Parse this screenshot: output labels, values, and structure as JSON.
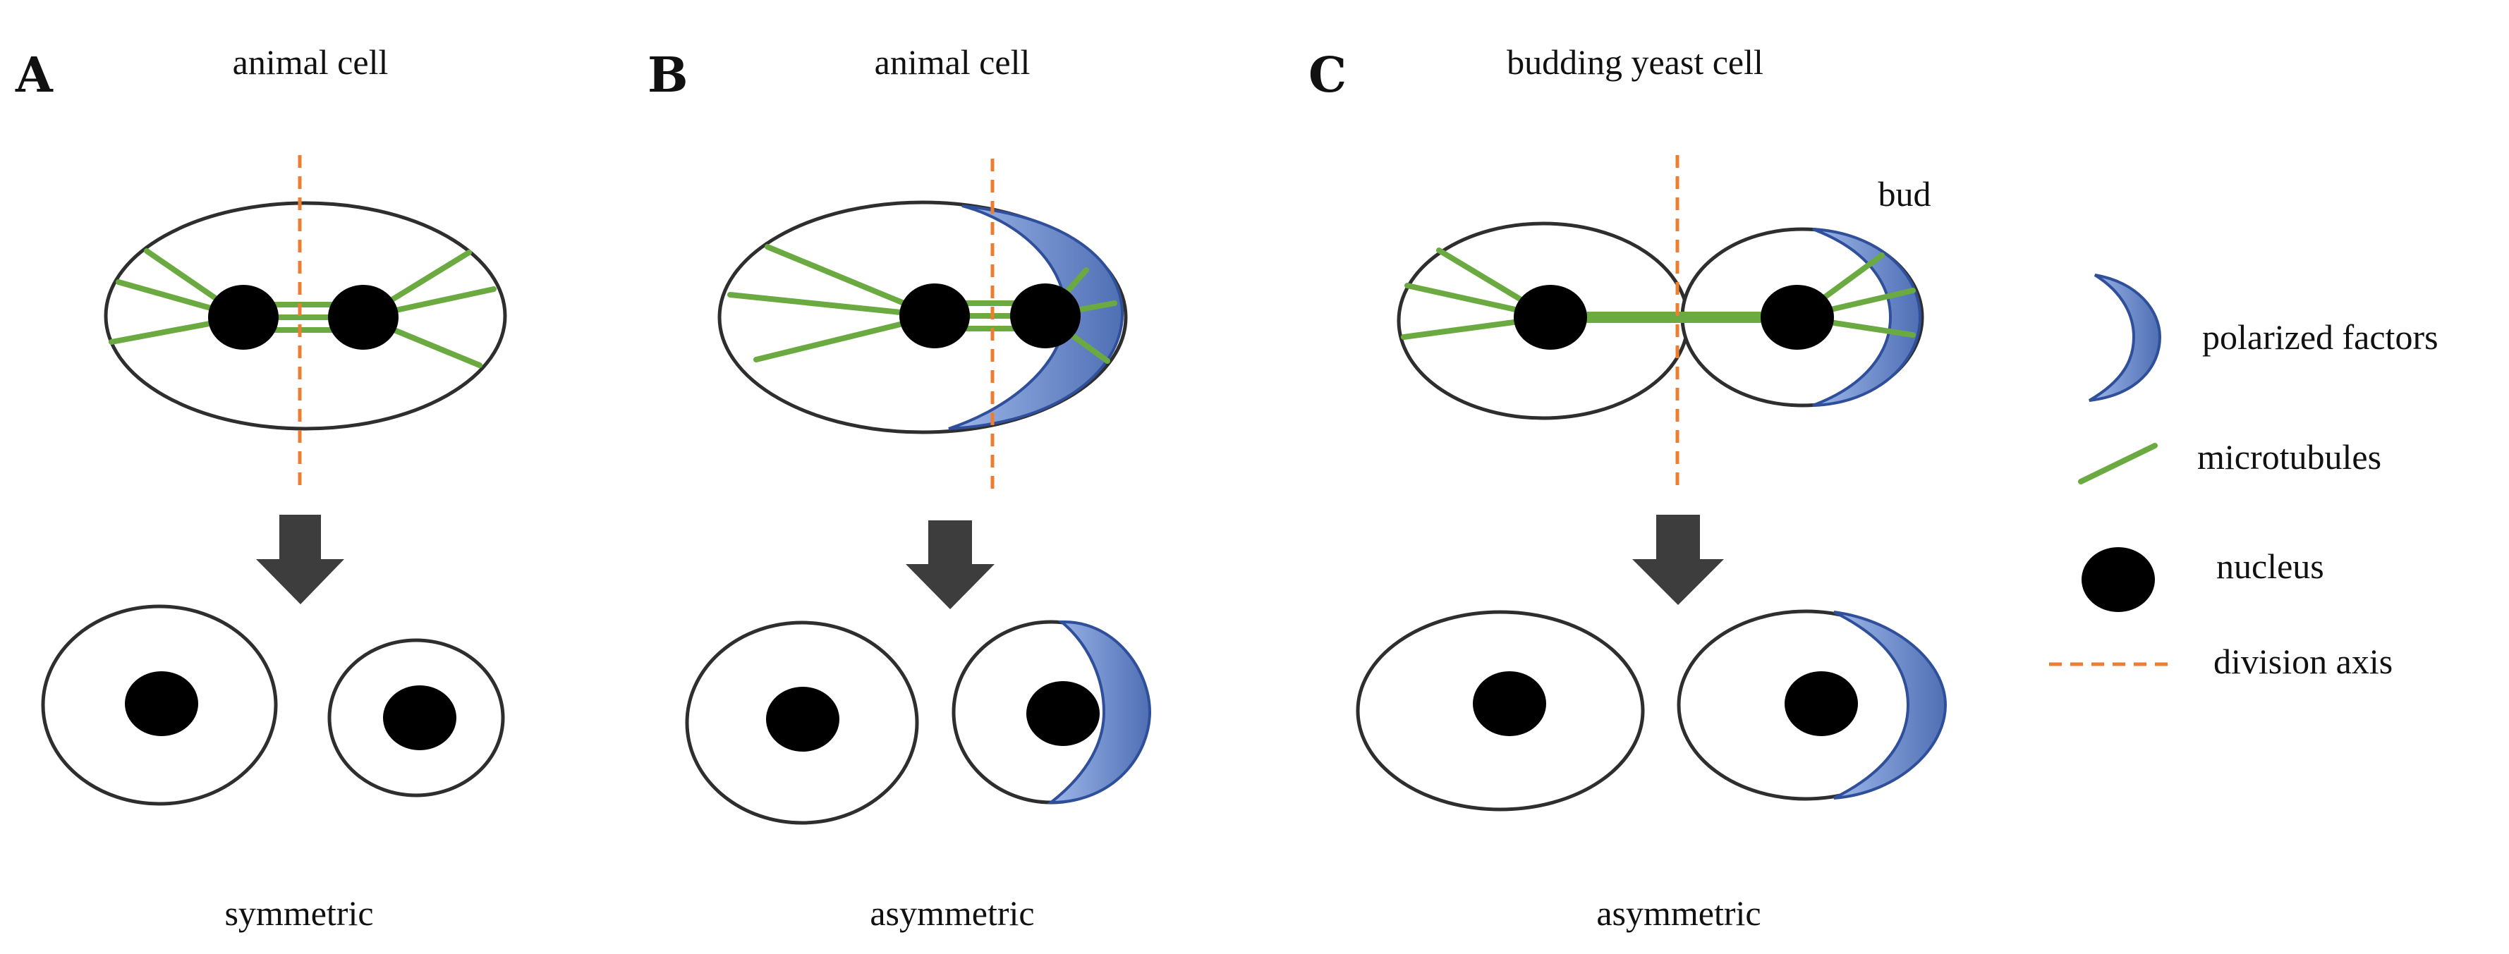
{
  "panels": [
    {
      "letter": "A",
      "title": "animal cell",
      "outcome": "symmetric"
    },
    {
      "letter": "B",
      "title": "animal cell",
      "outcome": "asymmetric"
    },
    {
      "letter": "C",
      "title": "budding yeast cell",
      "outcome": "asymmetric",
      "bud_label": "bud"
    }
  ],
  "legend": {
    "polarized_factors": "polarized factors",
    "microtubules": "microtubules",
    "nucleus": "nucleus",
    "division_axis": "division axis"
  },
  "colors": {
    "microtubule": "#6aaa40",
    "division_axis": "#ed7d31",
    "polarized_factors": "#6f8fcf",
    "arrow": "#3d3d3d",
    "nucleus": "#000000"
  }
}
